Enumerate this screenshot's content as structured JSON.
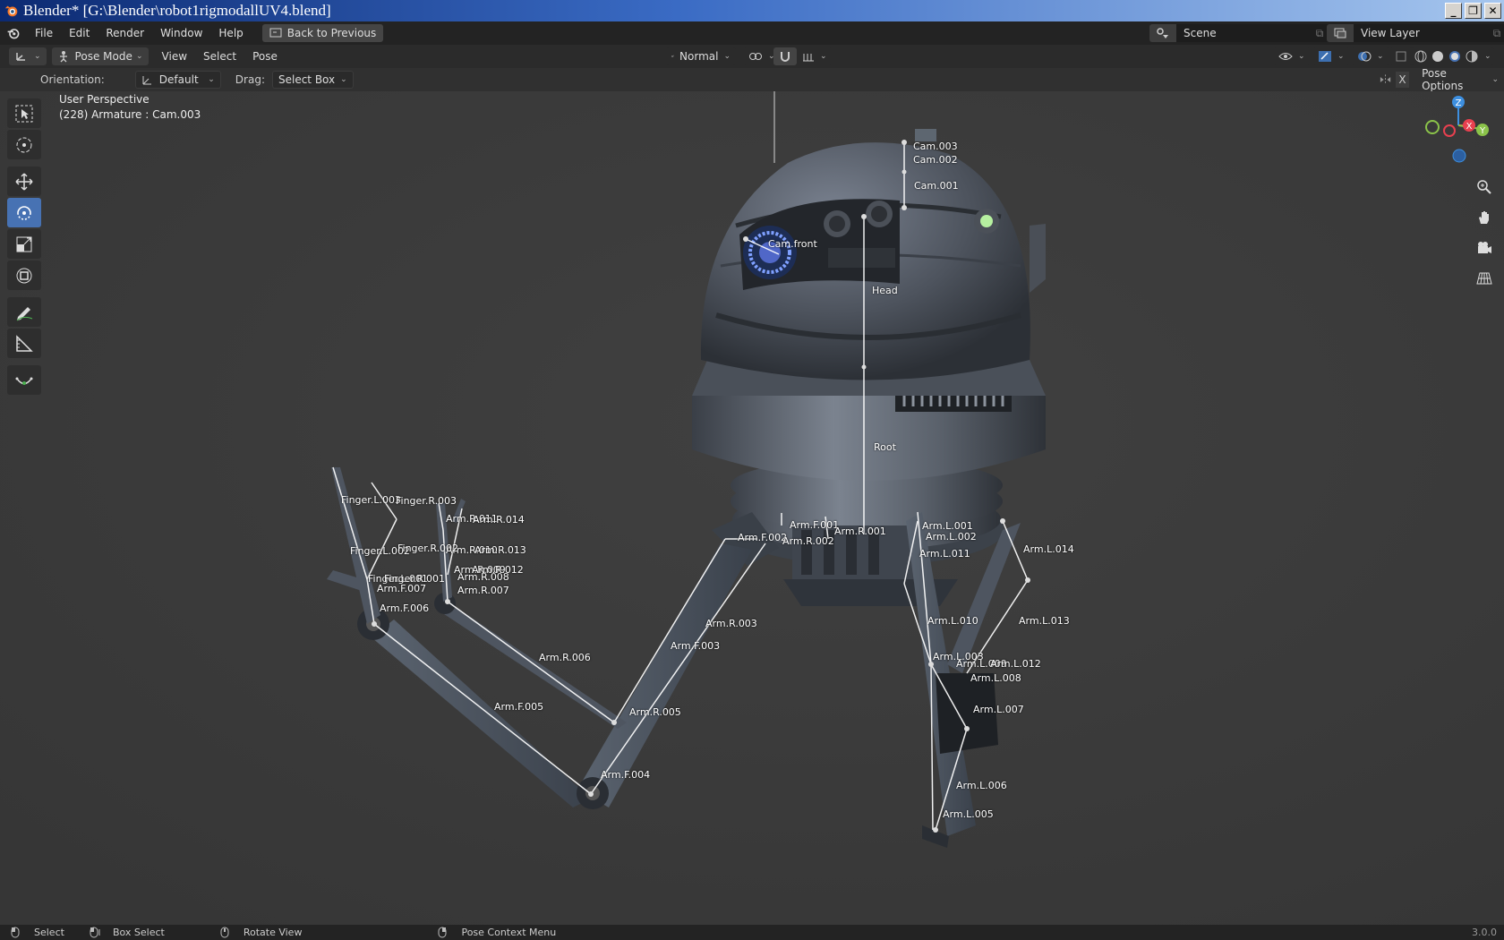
{
  "window": {
    "title": "Blender* [G:\\Blender\\robot1rigmodallUV4.blend]",
    "minimize": "_",
    "maximize": "❐",
    "close": "✕"
  },
  "topmenu": {
    "items": [
      "File",
      "Edit",
      "Render",
      "Window",
      "Help"
    ],
    "back_button": "Back to Previous",
    "scene": "Scene",
    "view_layer": "View Layer"
  },
  "header": {
    "mode": "Pose Mode",
    "menus": [
      "View",
      "Select",
      "Pose"
    ],
    "transform_orientation": "Normal",
    "pose_options": "Pose Options",
    "x_toggle": "X"
  },
  "toolsettings": {
    "orientation_label": "Orientation:",
    "orientation_value": "Default",
    "drag_label": "Drag:",
    "drag_value": "Select Box"
  },
  "viewport": {
    "perspective": "User Perspective",
    "object_info": "(228) Armature : Cam.003",
    "gizmo": {
      "x": "X",
      "y": "Y",
      "z": "Z"
    },
    "bones": [
      "Cam.003",
      "Cam.002",
      "Cam.001",
      "Cam.front",
      "Head",
      "Root",
      "Arm.F.001",
      "Arm.R.001",
      "Arm.F.002",
      "Arm.R.002",
      "Arm.L.001",
      "Arm.L.002",
      "Arm.L.011",
      "Arm.L.014",
      "Arm.L.010",
      "Arm.L.013",
      "Arm.L.003",
      "Arm.L.009",
      "Arm.L.012",
      "Arm.L.008",
      "Arm.L.007",
      "Arm.L.006",
      "Arm.L.005",
      "Arm.R.003",
      "Arm.F.003",
      "Arm.R.005",
      "Arm.F.004",
      "Arm.R.006",
      "Arm.F.005",
      "Arm.F.006",
      "Arm.F.007",
      "Arm.R.007",
      "Arm.R.008",
      "Arm.R.009",
      "Arm.R.012",
      "Arm.R.010",
      "Arm.R.013",
      "Arm.R.011",
      "Arm.R.014",
      "Finger.L.003",
      "Finger.R.003",
      "Finger.L.002",
      "Finger.R.002",
      "Finger.L.001",
      "Finger.R.001"
    ]
  },
  "statusbar": {
    "select": "Select",
    "box_select": "Box Select",
    "rotate_view": "Rotate View",
    "context_menu": "Pose Context Menu",
    "version": "3.0.0"
  },
  "colors": {
    "accent": "#4772b3",
    "axis_x": "#e8404f",
    "axis_y": "#8bc34a",
    "axis_z": "#3d8fe0"
  }
}
